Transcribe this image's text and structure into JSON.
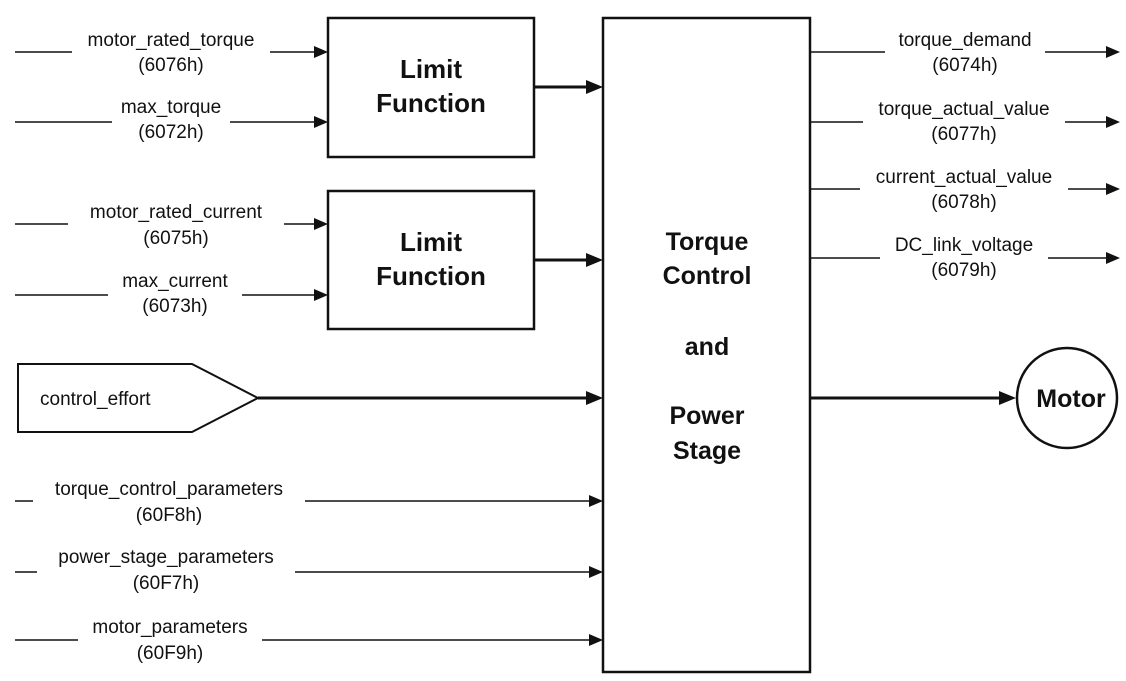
{
  "inputs": {
    "motor_rated_torque": {
      "label": "motor_rated_torque",
      "code": "(6076h)"
    },
    "max_torque": {
      "label": "max_torque",
      "code": "(6072h)"
    },
    "motor_rated_current": {
      "label": "motor_rated_current",
      "code": "(6075h)"
    },
    "max_current": {
      "label": "max_current",
      "code": "(6073h)"
    },
    "control_effort": {
      "label": "control_effort"
    },
    "torque_control_parameters": {
      "label": "torque_control_parameters",
      "code": "(60F8h)"
    },
    "power_stage_parameters": {
      "label": "power_stage_parameters",
      "code": "(60F7h)"
    },
    "motor_parameters": {
      "label": "motor_parameters",
      "code": "(60F9h)"
    }
  },
  "limit_torque": {
    "line1": "Limit",
    "line2": "Function"
  },
  "limit_current": {
    "line1": "Limit",
    "line2": "Function"
  },
  "main_block": {
    "line1": "Torque",
    "line2": "Control",
    "line3": "and",
    "line4": "Power",
    "line5": "Stage"
  },
  "outputs": {
    "torque_demand": {
      "label": "torque_demand",
      "code": "(6074h)"
    },
    "torque_actual_value": {
      "label": "torque_actual_value",
      "code": "(6077h)"
    },
    "current_actual_value": {
      "label": "current_actual_value",
      "code": "(6078h)"
    },
    "dc_link_voltage": {
      "label": "DC_link_voltage",
      "code": "(6079h)"
    }
  },
  "motor": {
    "label": "Motor"
  }
}
